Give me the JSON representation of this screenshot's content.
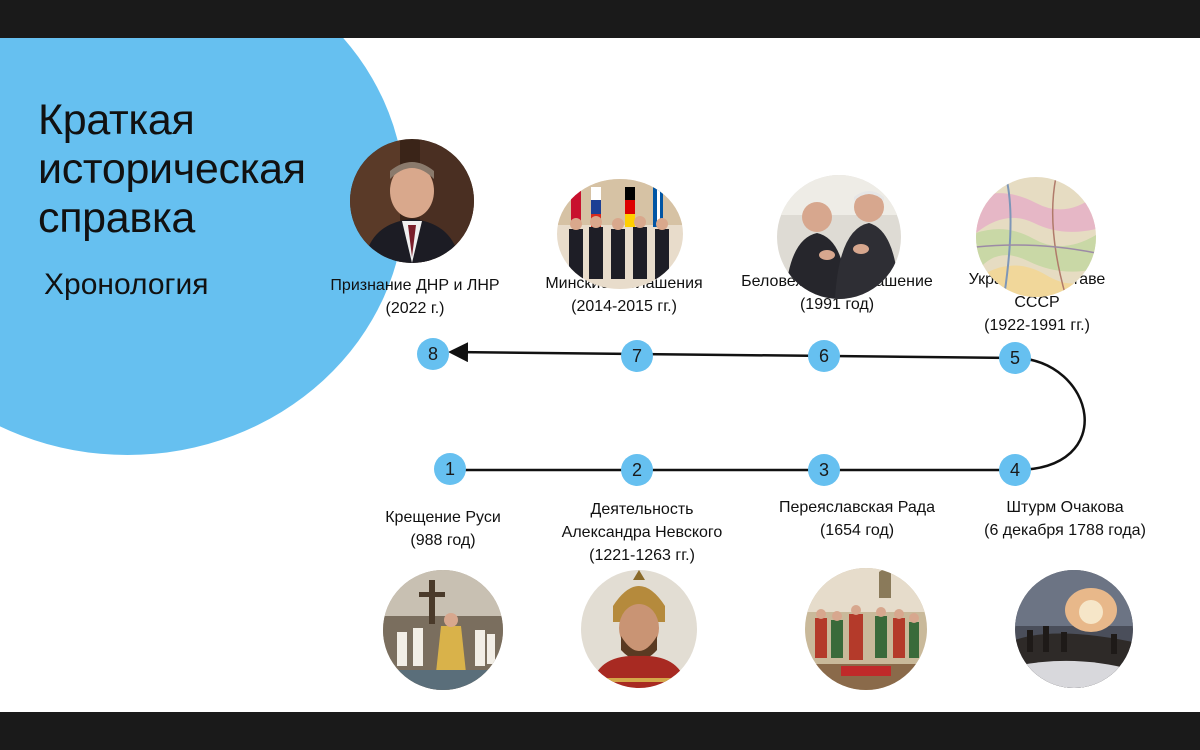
{
  "slide": {
    "title": "Краткая историческая справка",
    "subtitle": "Хронология"
  },
  "colors": {
    "accent": "#66c0f0",
    "line": "#111111"
  },
  "events": [
    {
      "num": "1",
      "lines": [
        "Крещение Руси",
        "(988 год)"
      ],
      "image": "baptism-painting"
    },
    {
      "num": "2",
      "lines": [
        "Деятельность",
        "Александра Невского",
        "(1221-1263 гг.)"
      ],
      "image": "nevsky-portrait"
    },
    {
      "num": "3",
      "lines": [
        "Переяславская Рада",
        "(1654 год)"
      ],
      "image": "rada-painting"
    },
    {
      "num": "4",
      "lines": [
        "Штурм Очакова",
        "(6 декабря 1788 года)"
      ],
      "image": "ochakov-painting"
    },
    {
      "num": "5",
      "lines": [
        "Украина в составе",
        "СССР",
        "(1922-1991 гг.)"
      ],
      "image": "ussr-map"
    },
    {
      "num": "6",
      "lines": [
        "Беловежское соглашение",
        "(1991 год)"
      ],
      "image": "belovezh-photo"
    },
    {
      "num": "7",
      "lines": [
        "Минские соглашения",
        "(2014-2015 гг.)"
      ],
      "image": "minsk-photo"
    },
    {
      "num": "8",
      "lines": [
        "Признание ДНР и ЛНР",
        "(2022 г.)"
      ],
      "image": "putin-photo"
    }
  ]
}
